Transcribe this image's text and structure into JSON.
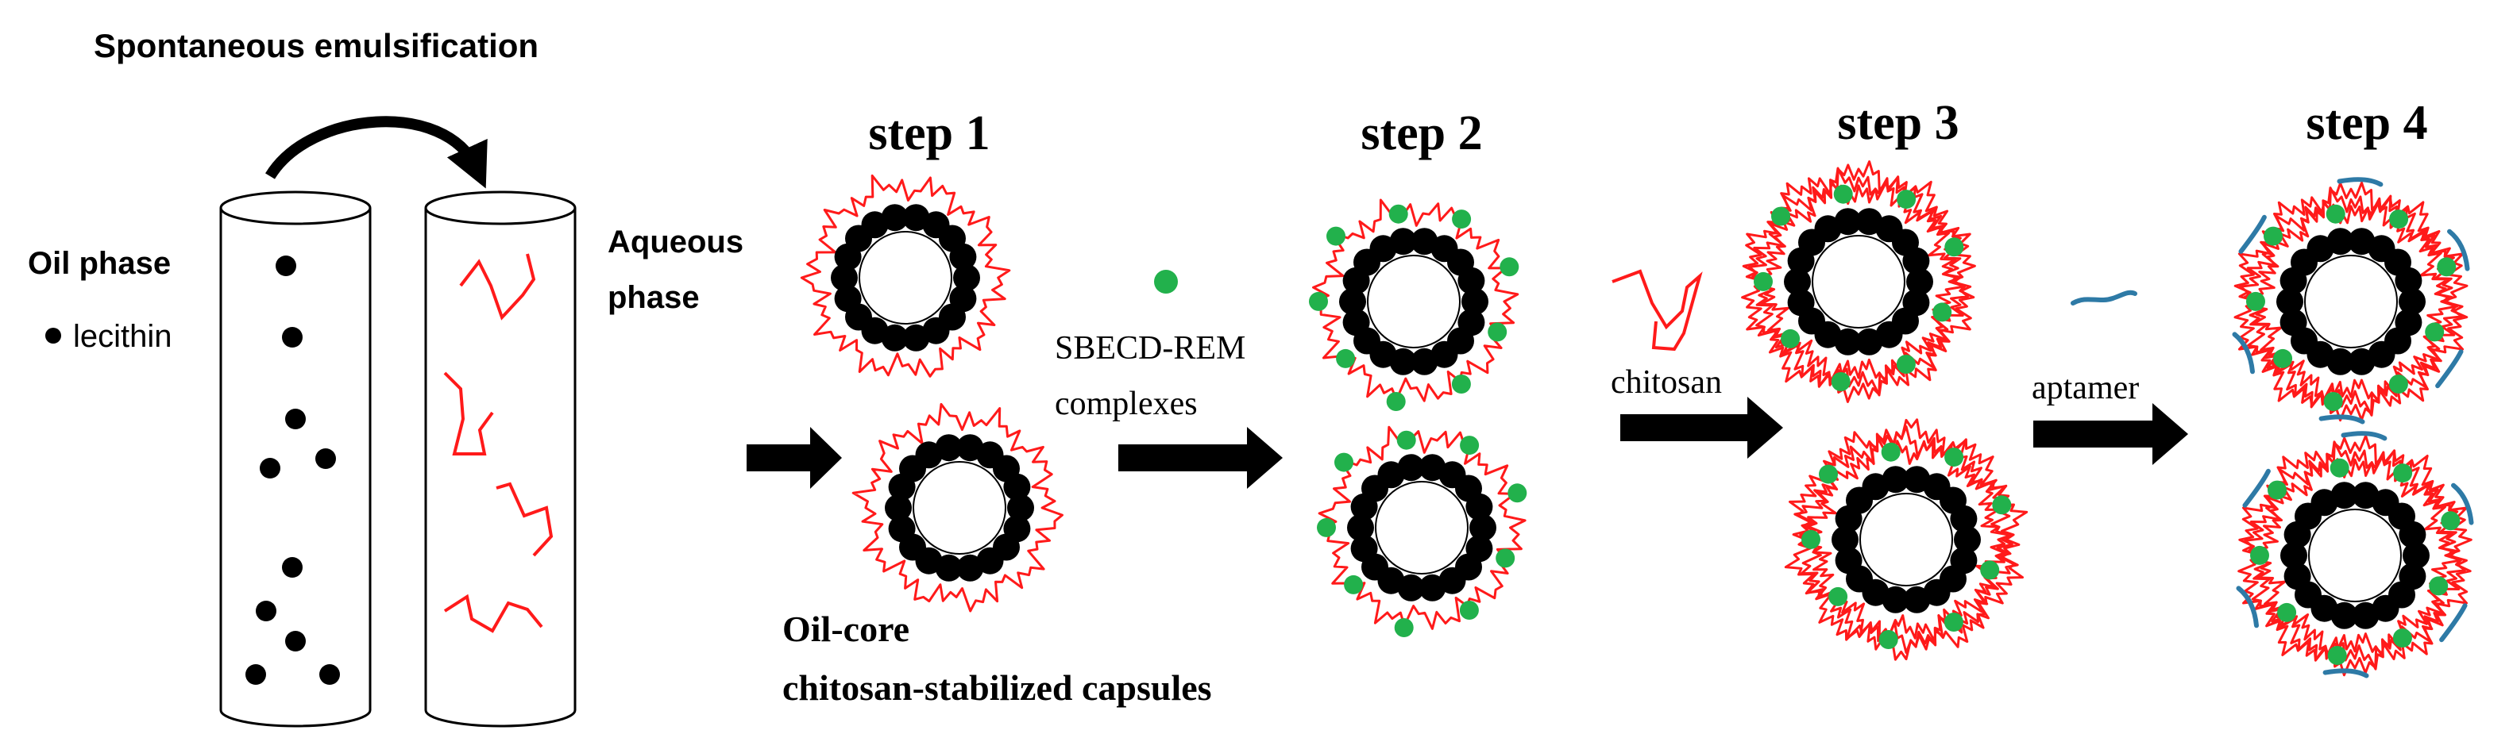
{
  "title": "Spontaneous emulsification",
  "oil_phase_label": "Oil phase",
  "lecithin_legend": "lecithin",
  "aqueous_phase_label": [
    "Aqueous",
    "phase"
  ],
  "steps": [
    "step 1",
    "step 2",
    "step 3",
    "step 4"
  ],
  "reagents": {
    "sbecd_rem": [
      "SBECD-REM",
      "complexes"
    ],
    "chitosan": "chitosan",
    "aptamer": "aptamer"
  },
  "caption": [
    "Oil-core",
    "chitosan-stabilized capsules"
  ],
  "colors": {
    "lecithin": "#000000",
    "chitosan": "#ff1a1a",
    "drug_complex": "#22b14c",
    "aptamer": "#2e7aa6",
    "arrow": "#000000"
  }
}
